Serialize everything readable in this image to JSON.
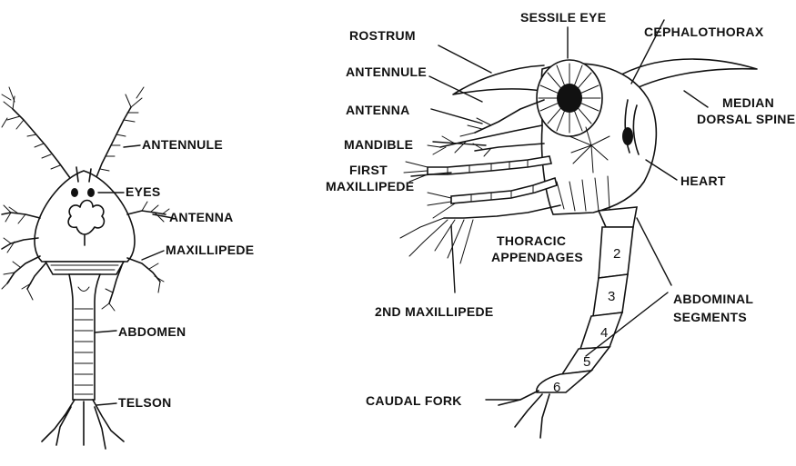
{
  "left_specimen": {
    "labels": {
      "antennule": "ANTENNULE",
      "eyes": "EYES",
      "antenna": "ANTENNA",
      "maxillipede": "MAXILLIPEDE",
      "abdomen": "ABDOMEN",
      "telson": "TELSON"
    }
  },
  "right_specimen": {
    "labels": {
      "rostrum": "ROSTRUM",
      "sessile_eye": "SESSILE EYE",
      "cephalothorax": "CEPHALOTHORAX",
      "antennule": "ANTENNULE",
      "antenna": "ANTENNA",
      "median_dorsal_spine_1": "MEDIAN",
      "median_dorsal_spine_2": "DORSAL SPINE",
      "mandible": "MANDIBLE",
      "first_maxillipede_1": "FIRST",
      "first_maxillipede_2": "MAXILLIPEDE",
      "heart": "HEART",
      "thoracic_appendages_1": "THORACIC",
      "thoracic_appendages_2": "APPENDAGES",
      "second_maxillipede": "2ND MAXILLIPEDE",
      "abdominal_segments_1": "ABDOMINAL",
      "abdominal_segments_2": "SEGMENTS",
      "caudal_fork": "CAUDAL FORK"
    },
    "segment_numbers": [
      "2",
      "3",
      "4",
      "5",
      "6"
    ]
  },
  "colors": {
    "ink": "#111111",
    "paper": "#ffffff"
  }
}
